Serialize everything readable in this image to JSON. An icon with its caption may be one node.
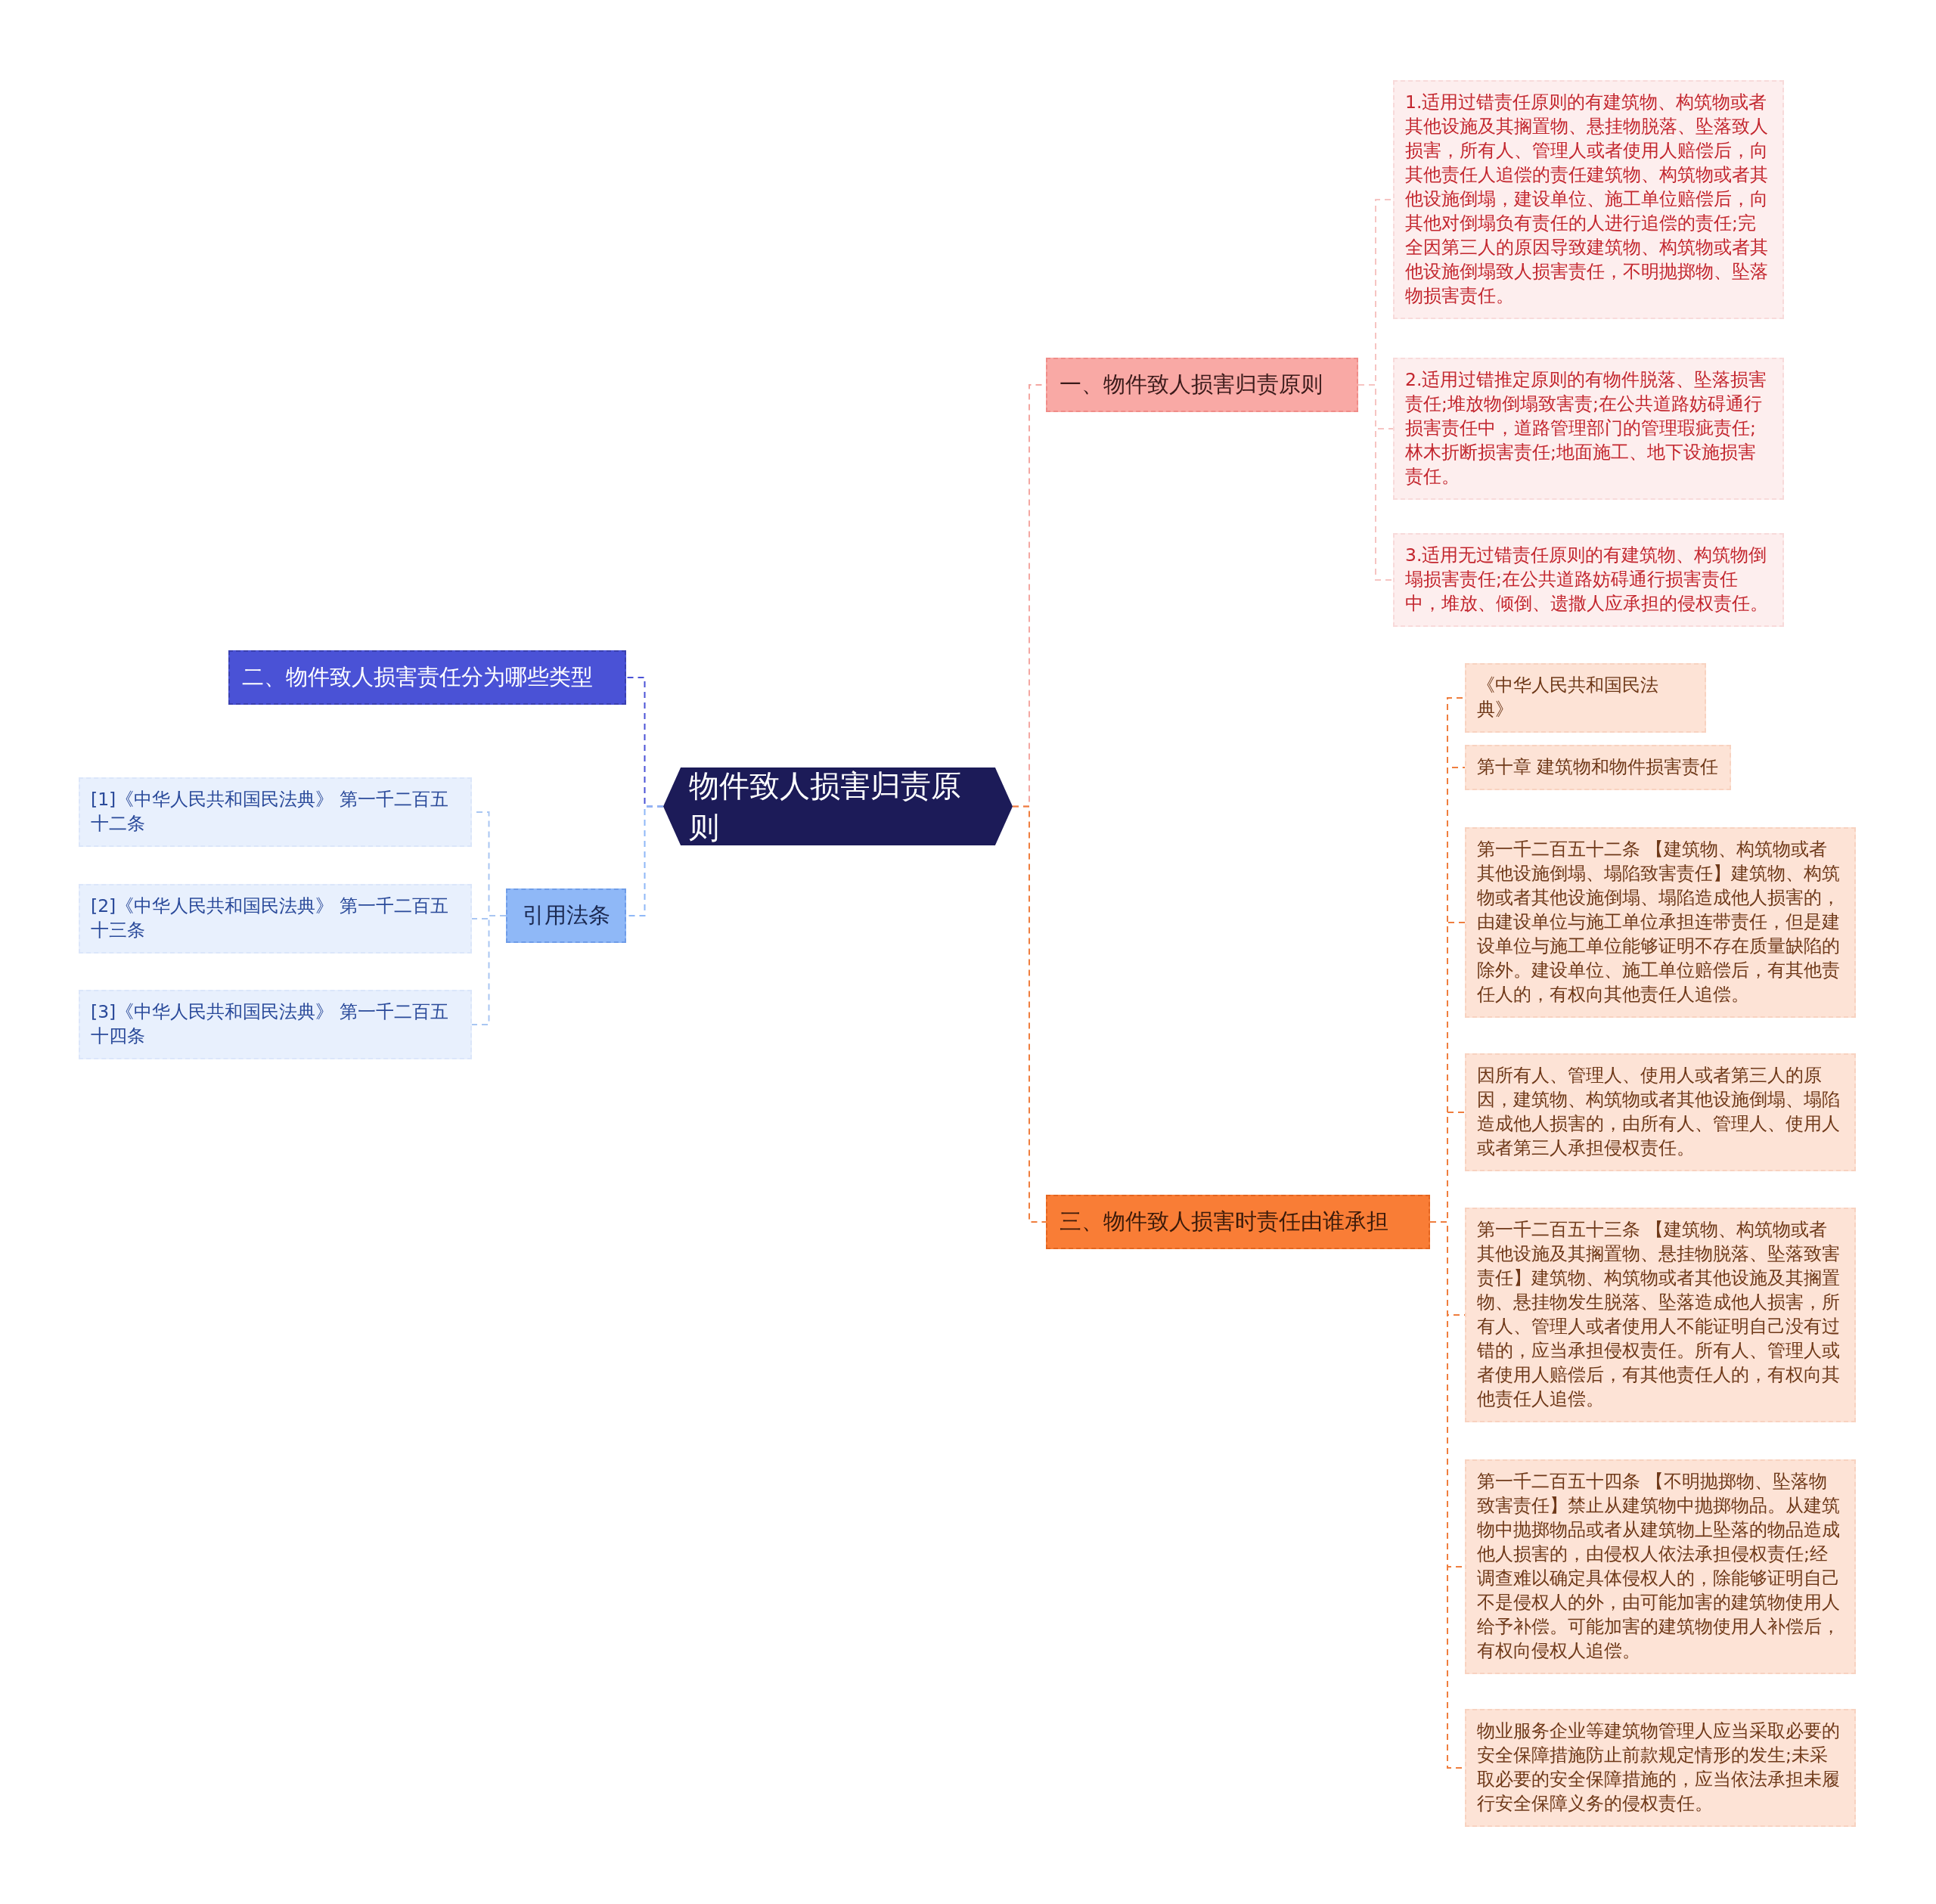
{
  "diagram": {
    "nodes": [
      {
        "text": [
          "物件致人损害归责原则"
        ]
      },
      {
        "text": [
          "一、物件致人损害归责原则"
        ]
      },
      {
        "text": [
          "1.适用过错责任原则的有建筑物、构筑物或者其他设施及其搁置物、悬挂物脱落、坠落致人损害，所有人、管理人或者使用人赔偿后，向其他责任人追偿的责任建筑物、构筑物或者其他设施倒塌，建设单位、施工单位赔偿后，向其他对倒塌负有责任的人进行追偿的责任;完全因第三人的原因导致建筑物、构筑物或者其他设施倒塌致人损害责任，不明抛掷物、坠落物损害责任。"
        ]
      },
      {
        "text": [
          "2.适用过错推定原则的有物件脱落、坠落损害责任;堆放物倒塌致害责;在公共道路妨碍通行损害责任中，道路管理部门的管理瑕疵责任;林木折断损害责任;地面施工、地下设施损害责任。"
        ]
      },
      {
        "text": [
          "3.适用无过错责任原则的有建筑物、构筑物倒塌损害责任;在公共道路妨碍通行损害责任中，堆放、倾倒、遗撒人应承担的侵权责任。"
        ]
      },
      {
        "text": [
          "二、物件致人损害责任分为哪些类型"
        ]
      },
      {
        "text": [
          "引用法条"
        ]
      },
      {
        "text": [
          "[1]《中华人民共和国民法典》 第一千二百五十二条"
        ]
      },
      {
        "text": [
          "[2]《中华人民共和国民法典》 第一千二百五十三条"
        ]
      },
      {
        "text": [
          "[3]《中华人民共和国民法典》 第一千二百五十四条"
        ]
      },
      {
        "text": [
          "三、物件致人损害时责任由谁承担"
        ]
      },
      {
        "text": [
          "《中华人民共和国民法典》"
        ]
      },
      {
        "text": [
          "第十章 建筑物和物件损害责任"
        ]
      },
      {
        "text": [
          "第一千二百五十二条 【建筑物、构筑物或者其他设施倒塌、塌陷致害责任】建筑物、构筑物或者其他设施倒塌、塌陷造成他人损害的，由建设单位与施工单位承担连带责任，但是建设单位与施工单位能够证明不存在质量缺陷的除外。建设单位、施工单位赔偿后，有其他责任人的，有权向其他责任人追偿。"
        ]
      },
      {
        "text": [
          "因所有人、管理人、使用人或者第三人的原因，建筑物、构筑物或者其他设施倒塌、塌陷造成他人损害的，由所有人、管理人、使用人或者第三人承担侵权责任。"
        ]
      },
      {
        "text": [
          "第一千二百五十三条 【建筑物、构筑物或者其他设施及其搁置物、悬挂物脱落、坠落致害责任】建筑物、构筑物或者其他设施及其搁置物、悬挂物发生脱落、坠落造成他人损害，所有人、管理人或者使用人不能证明自己没有过错的，应当承担侵权责任。所有人、管理人或者使用人赔偿后，有其他责任人的，有权向其他责任人追偿。"
        ]
      },
      {
        "text": [
          "第一千二百五十四条 【不明抛掷物、坠落物致害责任】禁止从建筑物中抛掷物品。从建筑物中抛掷物品或者从建筑物上坠落的物品造成他人损害的，由侵权人依法承担侵权责任;经调查难以确定具体侵权人的，除能够证明自己不是侵权人的外，由可能加害的建筑物使用人给予补偿。可能加害的建筑物使用人补偿后，有权向侵权人追偿。"
        ]
      },
      {
        "text": [
          "物业服务企业等建筑物管理人应当采取必要的安全保障措施防止前款规定情形的发生;未采取必要的安全保障措施的，应当依法承担未履行安全保障义务的侵权责任。"
        ]
      }
    ],
    "edges": [
      {
        "from": 0,
        "to": 1,
        "arrow": "none",
        "color": "#f4a7a2"
      },
      {
        "from": 1,
        "to": 2,
        "arrow": "none",
        "color": "#f6c4c2"
      },
      {
        "from": 1,
        "to": 3,
        "arrow": "none",
        "color": "#f6c4c2"
      },
      {
        "from": 1,
        "to": 4,
        "arrow": "none",
        "color": "#f6c4c2"
      },
      {
        "from": 0,
        "to": 5,
        "arrow": "none",
        "color": "#4a52d6"
      },
      {
        "from": 0,
        "to": 6,
        "arrow": "none",
        "color": "#8fb8f7"
      },
      {
        "from": 6,
        "to": 7,
        "arrow": "none",
        "color": "#a9c6f2"
      },
      {
        "from": 6,
        "to": 8,
        "arrow": "none",
        "color": "#a9c6f2"
      },
      {
        "from": 6,
        "to": 9,
        "arrow": "none",
        "color": "#a9c6f2"
      },
      {
        "from": 0,
        "to": 10,
        "arrow": "none"
      },
      {
        "from": 10,
        "to": 11,
        "arrow": "none"
      },
      {
        "from": 10,
        "to": 12,
        "arrow": "none"
      },
      {
        "from": 10,
        "to": 13,
        "arrow": "none"
      },
      {
        "from": 10,
        "to": 14,
        "arrow": "none"
      },
      {
        "from": 10,
        "to": 15,
        "arrow": "none"
      },
      {
        "from": 10,
        "to": 16,
        "arrow": "none"
      },
      {
        "from": 10,
        "to": 17,
        "arrow": "none"
      }
    ]
  }
}
